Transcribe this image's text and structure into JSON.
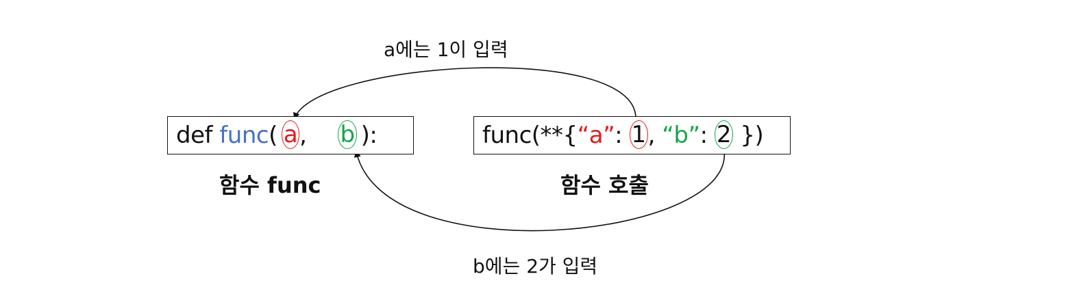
{
  "definition": {
    "keyword": "def",
    "func_name": "func",
    "open_paren": "(",
    "param_a": "a",
    "comma": ",",
    "param_b": "b",
    "close": "):",
    "caption": "함수 func"
  },
  "call": {
    "prefix": "func(**{",
    "key_a": "“a”",
    "colon_a": ":",
    "value_1": "1",
    "comma": ",",
    "key_b": "“b”",
    "colon_b": ":",
    "value_2": "2",
    "suffix": "})",
    "caption": "함수 호출"
  },
  "arrows": {
    "top_label": "a에는 1이 입력",
    "bottom_label": "b에는 2가 입력"
  },
  "colors": {
    "function_name": "#4472c4",
    "a_mapping": "#e8161b",
    "b_mapping": "#14a64a",
    "line": "#111111"
  }
}
